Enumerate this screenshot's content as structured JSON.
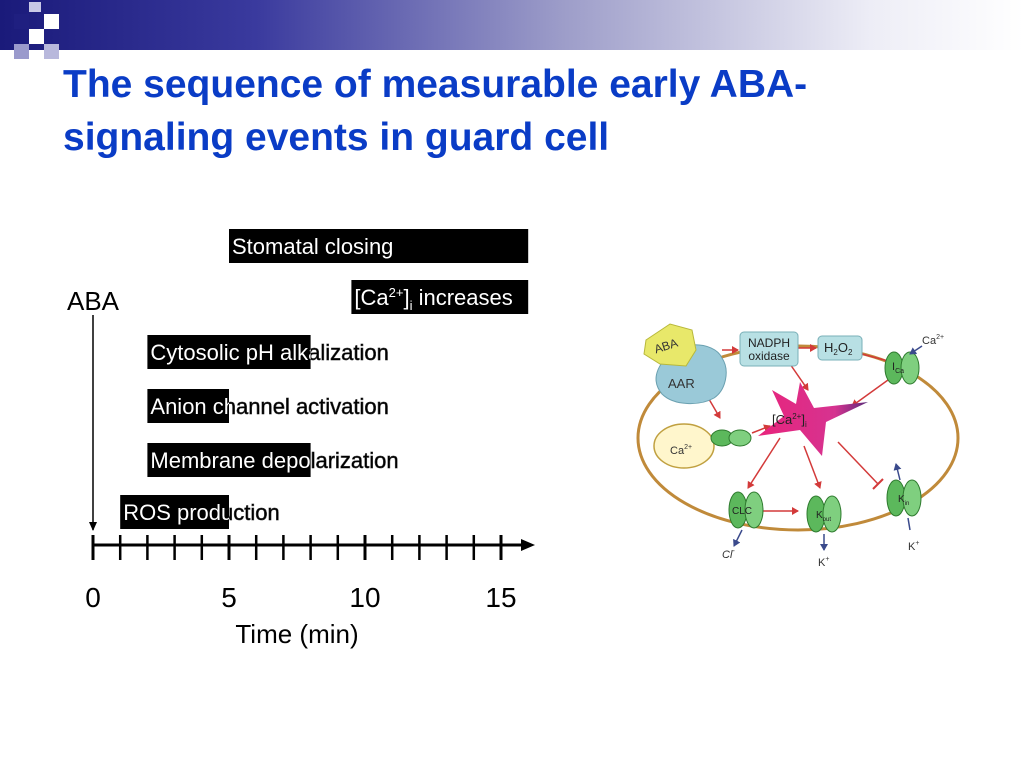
{
  "slide": {
    "title_line1": "The sequence of measurable early ABA-",
    "title_line2": "signaling events in guard cell"
  },
  "theme": {
    "title_color": "#0a3cc6",
    "band_dark": "#1a1a7a",
    "decor_square_color": "#8f8fc4"
  },
  "chart_data": {
    "type": "bar",
    "orientation": "horizontal",
    "annotation": "ABA",
    "xlabel": "Time (min)",
    "xlim": [
      0,
      16
    ],
    "x_ticks": [
      0,
      5,
      10,
      15
    ],
    "events": [
      {
        "label": "Stomatal closing",
        "start": 5,
        "end": 16
      },
      {
        "label_main": "[Ca",
        "label_sup": "2+",
        "label_close": "]",
        "label_sub": "i",
        "label_rest": " increases",
        "start": 9.5,
        "end": 16
      },
      {
        "label": "Cytosolic pH alkalization",
        "start": 2,
        "end": 8
      },
      {
        "label": "Anion channel activation",
        "start": 2,
        "end": 5
      },
      {
        "label": "Membrane depolarization",
        "start": 2,
        "end": 8
      },
      {
        "label": "ROS production",
        "start": 1,
        "end": 5
      }
    ]
  },
  "pathway": {
    "aba": "ABA",
    "aar": "AAR",
    "nadph_line1": "NADPH",
    "nadph_line2": "oxidase",
    "h2o2_h": "H",
    "h2o2_2a": "2",
    "h2o2_o": "O",
    "h2o2_2b": "2",
    "ca_center": "[Ca",
    "ca_center_sup": "2+",
    "ca_center_close": "]",
    "ca_center_sub": "i",
    "ca_store": "Ca",
    "ca_store_sup": "2+",
    "ca_out": "Ca",
    "ca_out_sup": "2+",
    "ica": "I",
    "ica_sub": "Ca",
    "clc": "CLC",
    "kout": "K",
    "kout_sub": "out",
    "kin": "K",
    "kin_sub": "in",
    "cl_ion": "Cl",
    "cl_ion_sup": "-",
    "k_ion1": "K",
    "k_ion1_sup": "+",
    "k_ion2": "K",
    "k_ion2_sup": "+"
  }
}
